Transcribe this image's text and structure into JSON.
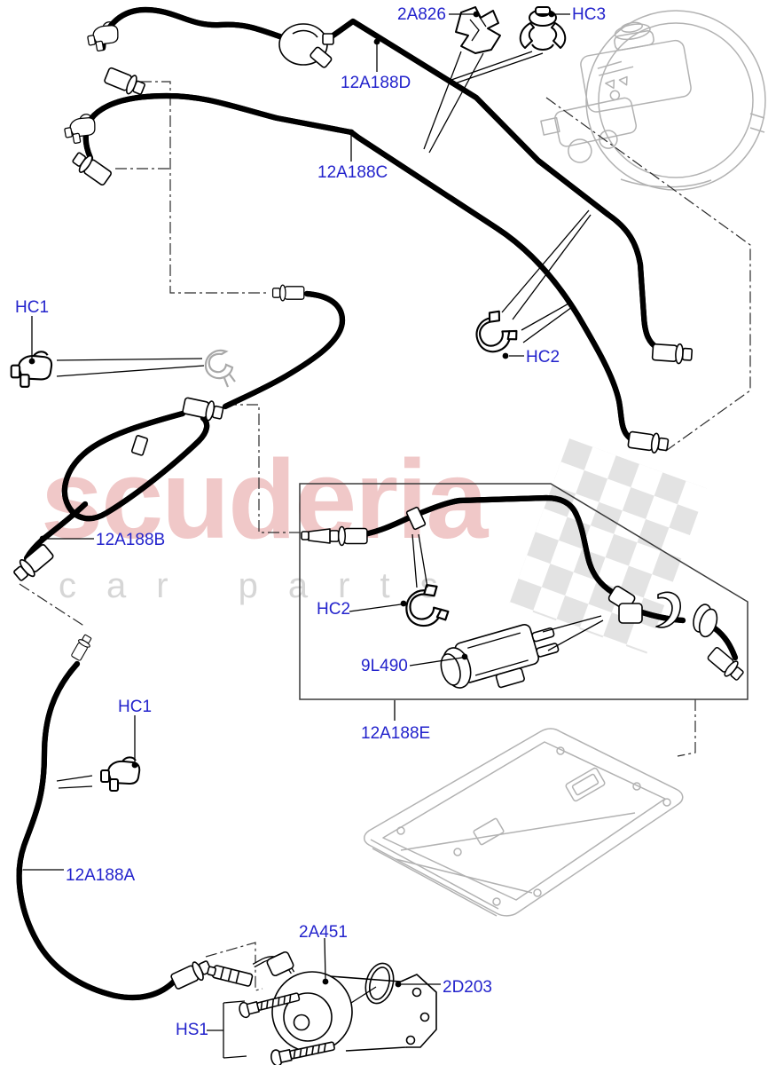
{
  "watermark": {
    "brand": "scuderia",
    "tagline": "car parts"
  },
  "colors": {
    "label_blue": "#2323cc",
    "line_black": "#000000",
    "reference_gray": "#b2b2b2",
    "watermark_pink": "#f0c8c8",
    "watermark_gray": "#d6d6d6",
    "background": "#ffffff"
  },
  "labels": [
    {
      "id": "2A826",
      "text": "2A826"
    },
    {
      "id": "HC3",
      "text": "HC3"
    },
    {
      "id": "12A188D",
      "text": "12A188D"
    },
    {
      "id": "12A188C",
      "text": "12A188C"
    },
    {
      "id": "HC1-top",
      "text": "HC1"
    },
    {
      "id": "HC2-right",
      "text": "HC2"
    },
    {
      "id": "12A188B",
      "text": "12A188B"
    },
    {
      "id": "HC2-box",
      "text": "HC2"
    },
    {
      "id": "9L490",
      "text": "9L490"
    },
    {
      "id": "12A188E",
      "text": "12A188E"
    },
    {
      "id": "HC1-lower",
      "text": "HC1"
    },
    {
      "id": "12A188A",
      "text": "12A188A"
    },
    {
      "id": "2A451",
      "text": "2A451"
    },
    {
      "id": "2D203",
      "text": "2D203"
    },
    {
      "id": "HS1",
      "text": "HS1"
    }
  ]
}
